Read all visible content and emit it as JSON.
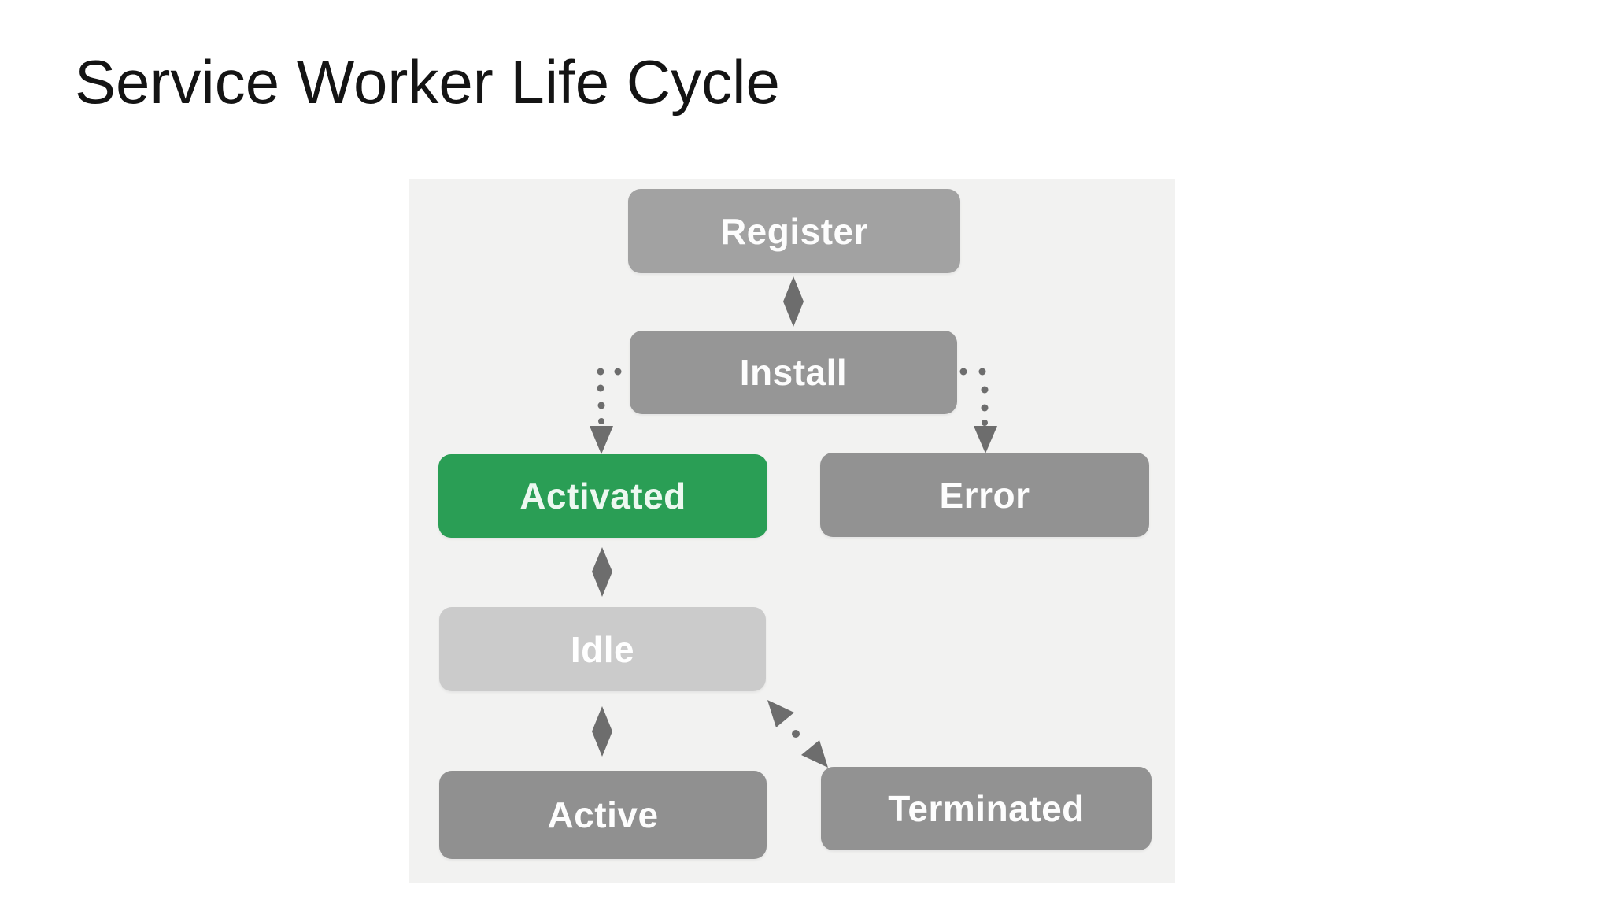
{
  "page": {
    "title": "Service Worker Life Cycle",
    "title_color": "#141414",
    "background": "#ffffff"
  },
  "diagram": {
    "panel_background": "#f2f2f1",
    "connector_color": "#6d6d6d",
    "accent_green": "#2a9e55",
    "nodes": [
      {
        "id": "register",
        "label": "Register",
        "fill": "#a2a2a2",
        "text_color": "#fdfdfd"
      },
      {
        "id": "install",
        "label": "Install",
        "fill": "#969696",
        "text_color": "#fdfdfd"
      },
      {
        "id": "activated",
        "label": "Activated",
        "fill": "#2a9e55",
        "text_color": "#ecf8f0"
      },
      {
        "id": "error",
        "label": "Error",
        "fill": "#929292",
        "text_color": "#fdfdfd"
      },
      {
        "id": "idle",
        "label": "Idle",
        "fill": "#cbcbcb",
        "text_color": "#ffffff"
      },
      {
        "id": "active",
        "label": "Active",
        "fill": "#909090",
        "text_color": "#fdfdfd"
      },
      {
        "id": "terminated",
        "label": "Terminated",
        "fill": "#929292",
        "text_color": "#fdfdfd"
      }
    ],
    "edges": [
      {
        "from": "register",
        "to": "install",
        "style": "solid-diamond",
        "bidirectional": true
      },
      {
        "from": "install",
        "to": "activated",
        "style": "dotted-arrow",
        "bidirectional": false
      },
      {
        "from": "install",
        "to": "error",
        "style": "dotted-arrow",
        "bidirectional": false
      },
      {
        "from": "activated",
        "to": "idle",
        "style": "solid-diamond",
        "bidirectional": true
      },
      {
        "from": "idle",
        "to": "active",
        "style": "solid-diamond",
        "bidirectional": true
      },
      {
        "from": "idle",
        "to": "terminated",
        "style": "dotted-double-arrow",
        "bidirectional": true
      }
    ]
  }
}
